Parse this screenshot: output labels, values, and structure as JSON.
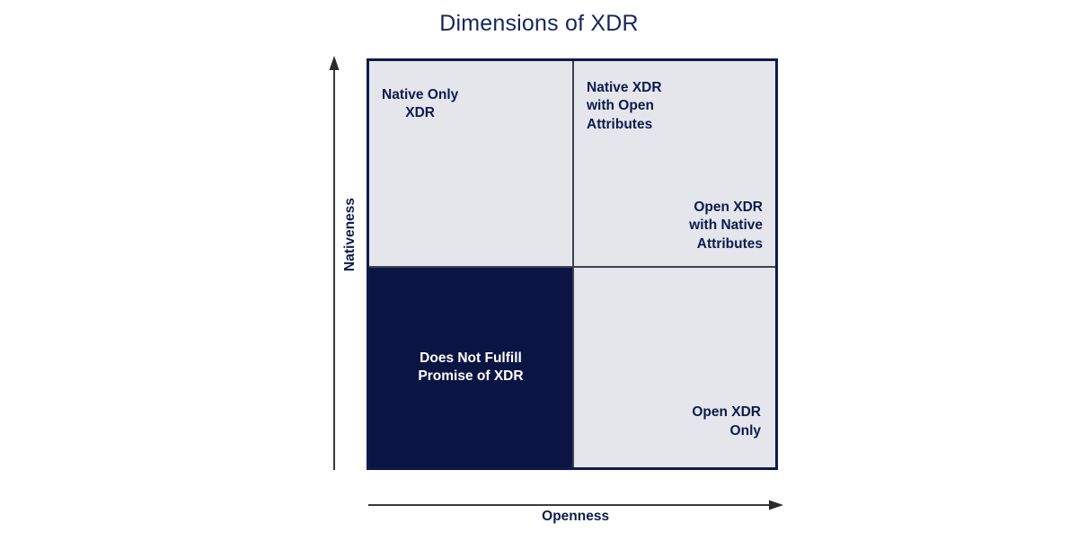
{
  "title": "Dimensions of XDR",
  "colors": {
    "title_text": "#16275c",
    "navy_fill": "#0a1543",
    "light_fill": "#e4e6ec",
    "border": "#0d1b4c",
    "divider": "#3c4053",
    "axis_line": "#3a3a3a",
    "dark_text": "#0d1b4c",
    "light_text": "#ffffff"
  },
  "axes": {
    "y": {
      "label": "Nativeness",
      "direction": "up",
      "arrow": "arrow-up-icon"
    },
    "x": {
      "label": "Openness",
      "direction": "right",
      "arrow": "arrow-right-icon"
    }
  },
  "chart_data": {
    "type": "matrix",
    "title": "Dimensions of XDR",
    "xlabel": "Openness",
    "ylabel": "Nativeness",
    "rows": 2,
    "cols": 2,
    "quadrants": [
      {
        "id": "native-only-xdr",
        "label": "Native Only\nXDR",
        "position": "top-left",
        "x_level": "low",
        "y_level": "high",
        "fill": "#e4e6ec",
        "text_color": "#0d1b4c",
        "align": "center",
        "anchor": "top-left"
      },
      {
        "id": "native-xdr-with-open-attributes",
        "label": "Native XDR\nwith Open\nAttributes",
        "position": "top-right",
        "x_level": "high",
        "y_level": "high",
        "fill": "#e4e6ec",
        "text_color": "#0d1b4c",
        "align": "left",
        "anchor": "top-left"
      },
      {
        "id": "open-xdr-with-native-attributes",
        "label": "Open XDR\nwith Native\nAttributes",
        "position": "top-right",
        "x_level": "high",
        "y_level": "high",
        "fill": "#e4e6ec",
        "text_color": "#0d1b4c",
        "align": "right",
        "anchor": "bottom-right"
      },
      {
        "id": "does-not-fulfill-promise-of-xdr",
        "label": "Does Not Fulfill\nPromise of XDR",
        "position": "bottom-left",
        "x_level": "low",
        "y_level": "low",
        "fill": "#0a1543",
        "text_color": "#ffffff",
        "align": "center",
        "anchor": "center"
      },
      {
        "id": "open-xdr-only",
        "label": "Open XDR\nOnly",
        "position": "bottom-right",
        "x_level": "high",
        "y_level": "low",
        "fill": "#e4e6ec",
        "text_color": "#0d1b4c",
        "align": "right",
        "anchor": "bottom-right"
      }
    ]
  }
}
